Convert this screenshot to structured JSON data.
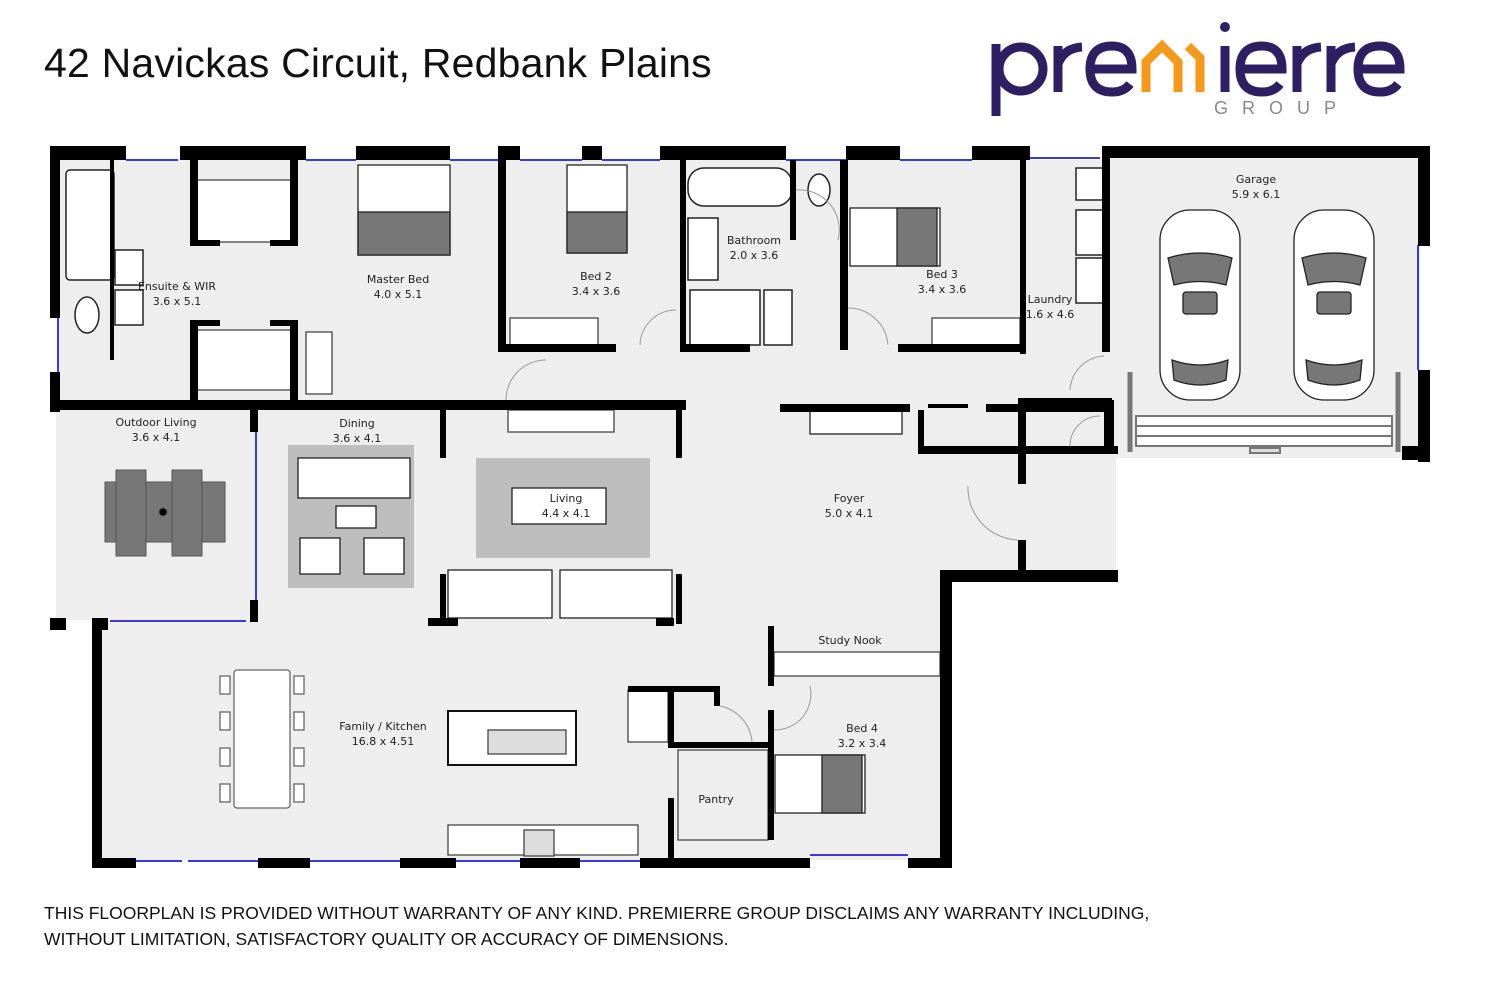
{
  "header": {
    "address": "42 Navickas Circuit, Redbank Plains"
  },
  "logo": {
    "word_left": "pre",
    "word_right": "ierre",
    "sub": "GROUP",
    "primary_color": "#2e1f63",
    "accent_color": "#f39a1e",
    "sub_color": "#888888"
  },
  "colors": {
    "wall": "#000000",
    "floor": "#eeeeee",
    "window": "#3a3ad6",
    "furniture_dark": "#777777"
  },
  "rooms": [
    {
      "name": "Ensuite & WIR",
      "size": "3.6 x 5.1"
    },
    {
      "name": "Master Bed",
      "size": "4.0 x 5.1"
    },
    {
      "name": "Bed 2",
      "size": "3.4 x 3.6"
    },
    {
      "name": "Bathroom",
      "size": "2.0 x 3.6"
    },
    {
      "name": "Bed 3",
      "size": "3.4 x 3.6"
    },
    {
      "name": "Laundry",
      "size": "1.6 x 4.6"
    },
    {
      "name": "Garage",
      "size": "5.9 x 6.1"
    },
    {
      "name": "Outdoor Living",
      "size": "3.6 x 4.1"
    },
    {
      "name": "Dining",
      "size": "3.6 x 4.1"
    },
    {
      "name": "Living",
      "size": "4.4 x 4.1"
    },
    {
      "name": "Foyer",
      "size": "5.0 x 4.1"
    },
    {
      "name": "Study Nook",
      "size": ""
    },
    {
      "name": "Family / Kitchen",
      "size": "16.8 x 4.51"
    },
    {
      "name": "Bed 4",
      "size": "3.2 x 3.4"
    },
    {
      "name": "Pantry",
      "size": ""
    }
  ],
  "disclaimer": {
    "line1": "THIS FLOORPLAN IS PROVIDED WITHOUT WARRANTY OF ANY KIND. PREMIERRE GROUP DISCLAIMS ANY WARRANTY INCLUDING,",
    "line2": "WITHOUT LIMITATION, SATISFACTORY QUALITY OR ACCURACY OF DIMENSIONS."
  }
}
